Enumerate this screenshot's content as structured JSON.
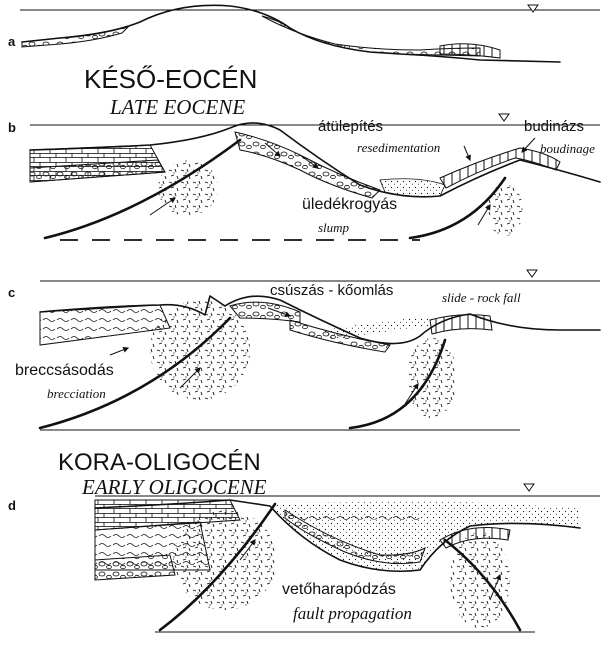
{
  "panels": [
    {
      "letter": "a"
    },
    {
      "letter": "b"
    },
    {
      "letter": "c"
    },
    {
      "letter": "d"
    }
  ],
  "headings": {
    "late_eocene_hu": "KÉSŐ-EOCÉN",
    "late_eocene_en": "LATE EOCENE",
    "early_oligocene_hu": "KORA-OLIGOCÉN",
    "early_oligocene_en": "EARLY OLIGOCENE"
  },
  "labels": {
    "resedimentation_hu": "átülepítés",
    "resedimentation_en": "resedimentation",
    "boudinage_hu": "budinázs",
    "boudinage_en": "boudinage",
    "slump_hu": "üledékrogyás",
    "slump_en": "slump",
    "slide_hu": "csúszás - kőomlás",
    "slide_en": "slide - rock fall",
    "brecciation_hu": "breccsásodás",
    "brecciation_en": "brecciation",
    "fault_prop_hu": "vetőharapódzás",
    "fault_prop_en": "fault propagation"
  }
}
